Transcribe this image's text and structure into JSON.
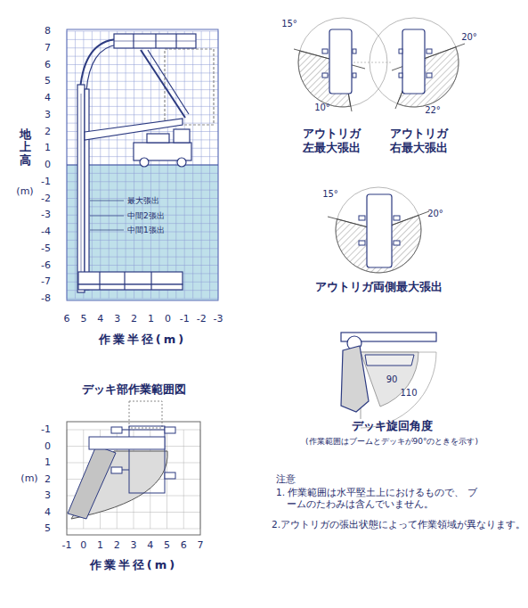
{
  "diagram": {
    "labels": [
      "8",
      "7",
      "6",
      "5",
      "4",
      "3",
      "2",
      "1",
      "0",
      "-1",
      "-2",
      "-3",
      "-4",
      "-5",
      "-6",
      "-7",
      "-8",
      "地上高",
      "(m)",
      "6",
      "5",
      "4",
      "3",
      "2",
      "1",
      "0",
      "-1",
      "-2",
      "-3",
      "作業半径(m)",
      "最大張出",
      "中間2張出",
      "中間1張出",
      "15°",
      "10°",
      "アウトリガ 左最大張出",
      "20°",
      "22°",
      "アウトリガ 右最大張出",
      "15°",
      "20°",
      "アウトリガ両側最大張出",
      "90",
      "110",
      "デッキ旋回角度",
      "(作業範囲はブームとデッキが90°のときを示す)",
      "デッキ部作業範囲図",
      "-1",
      "0",
      "1",
      "2",
      "3",
      "4",
      "5",
      "(m)",
      "-1",
      "0",
      "1",
      "2",
      "3",
      "4",
      "5",
      "6",
      "7",
      "作業半径(m)",
      "注意",
      "1. 作業範囲は水平堅土上におけるもので、 ブームのたわみは含んでいません。",
      "2.アウトリガの張出状態によって作業領域が異なります。"
    ]
  }
}
